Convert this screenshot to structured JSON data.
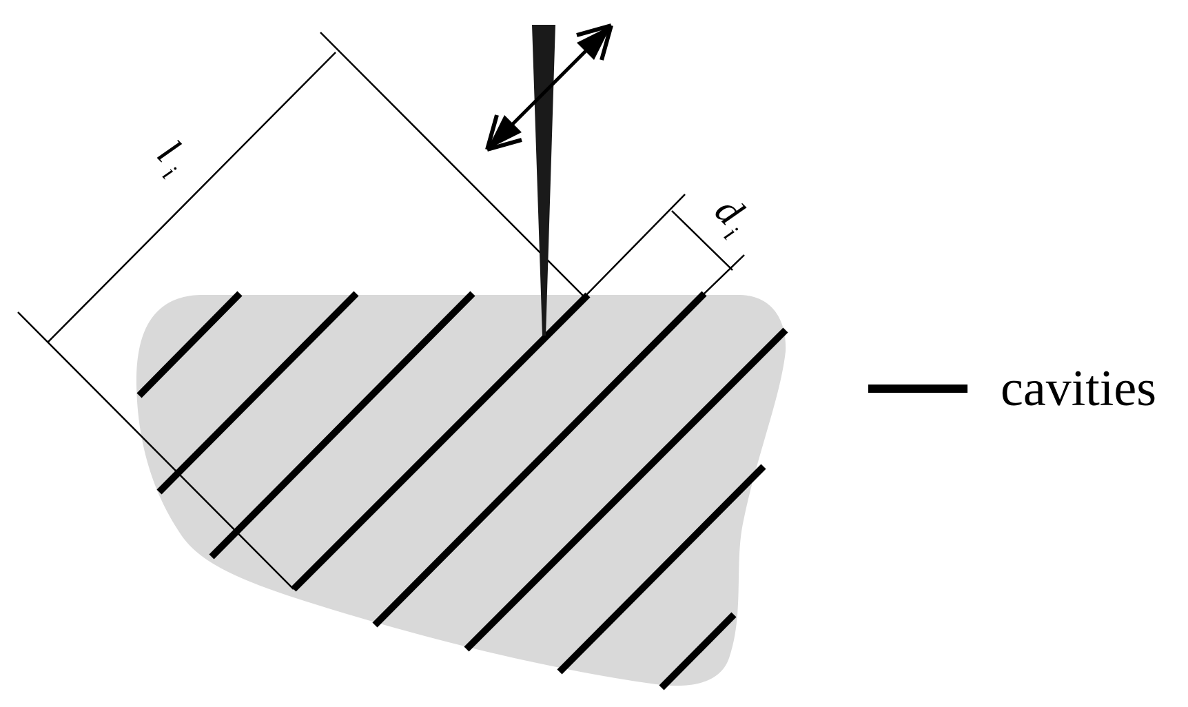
{
  "legend": {
    "label": "cavities"
  },
  "annotations": {
    "length_label": "l",
    "length_subscript": "i",
    "spacing_label": "d",
    "spacing_subscript": "i"
  },
  "colors": {
    "region_fill": "#d9d9d9",
    "line": "#000000",
    "probe": "#1a1a1a"
  }
}
